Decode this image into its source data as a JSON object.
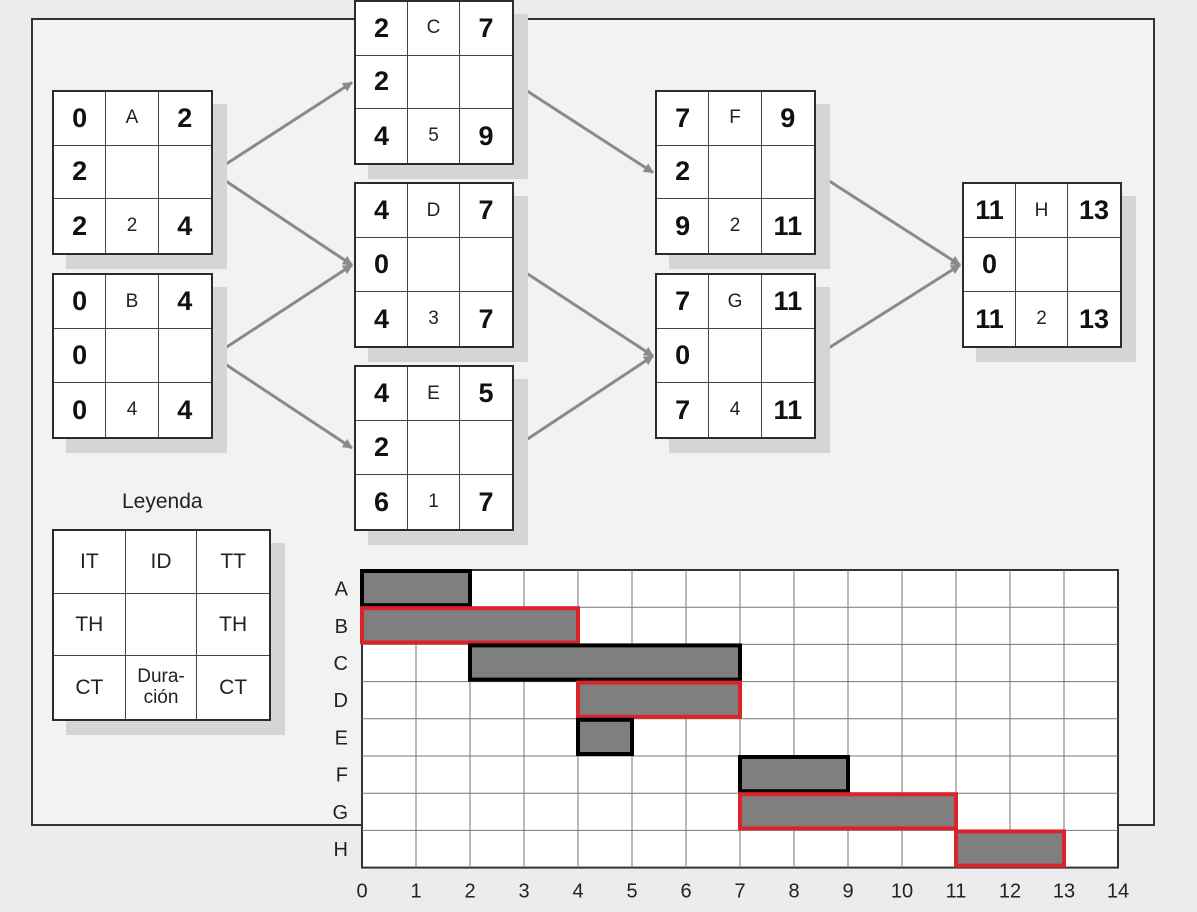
{
  "nodes": [
    {
      "id": "A",
      "es": "0",
      "ef": "2",
      "ls": "2",
      "lf": "4",
      "slack": "2",
      "duration": "2"
    },
    {
      "id": "B",
      "es": "0",
      "ef": "4",
      "ls": "0",
      "lf": "4",
      "slack": "0",
      "duration": "4"
    },
    {
      "id": "C",
      "es": "2",
      "ef": "7",
      "ls": "4",
      "lf": "9",
      "slack": "2",
      "duration": "5"
    },
    {
      "id": "D",
      "es": "4",
      "ef": "7",
      "ls": "4",
      "lf": "7",
      "slack": "0",
      "duration": "3"
    },
    {
      "id": "E",
      "es": "4",
      "ef": "5",
      "ls": "6",
      "lf": "7",
      "slack": "2",
      "duration": "1"
    },
    {
      "id": "F",
      "es": "7",
      "ef": "9",
      "ls": "9",
      "lf": "11",
      "slack": "2",
      "duration": "2"
    },
    {
      "id": "G",
      "es": "7",
      "ef": "11",
      "ls": "7",
      "lf": "11",
      "slack": "0",
      "duration": "4"
    },
    {
      "id": "H",
      "es": "11",
      "ef": "13",
      "ls": "11",
      "lf": "13",
      "slack": "0",
      "duration": "2"
    }
  ],
  "edges": [
    [
      "A",
      "C"
    ],
    [
      "A",
      "D"
    ],
    [
      "B",
      "D"
    ],
    [
      "B",
      "E"
    ],
    [
      "C",
      "F"
    ],
    [
      "D",
      "G"
    ],
    [
      "E",
      "G"
    ],
    [
      "F",
      "H"
    ],
    [
      "G",
      "H"
    ]
  ],
  "legend": {
    "title": "Leyenda",
    "it": "IT",
    "id": "ID",
    "tt": "TT",
    "th_left": "TH",
    "th_right": "TH",
    "ct_left": "CT",
    "duration": "Dura-\nción",
    "ct_right": "CT"
  },
  "gantt": {
    "x_ticks": [
      "0",
      "1",
      "2",
      "3",
      "4",
      "5",
      "6",
      "7",
      "8",
      "9",
      "10",
      "11",
      "12",
      "13",
      "14"
    ],
    "xlim": [
      0,
      14
    ],
    "tasks": [
      {
        "label": "A",
        "start": 0,
        "end": 2,
        "critical": false
      },
      {
        "label": "B",
        "start": 0,
        "end": 4,
        "critical": true
      },
      {
        "label": "C",
        "start": 2,
        "end": 7,
        "critical": false
      },
      {
        "label": "D",
        "start": 4,
        "end": 7,
        "critical": true
      },
      {
        "label": "E",
        "start": 4,
        "end": 5,
        "critical": false
      },
      {
        "label": "F",
        "start": 7,
        "end": 9,
        "critical": false
      },
      {
        "label": "G",
        "start": 7,
        "end": 11,
        "critical": true
      },
      {
        "label": "H",
        "start": 11,
        "end": 13,
        "critical": true
      }
    ],
    "colors": {
      "bar": "#7f7f7f",
      "normal": "#000000",
      "critical": "#d9242b",
      "arrow": "#8a8a8a"
    }
  }
}
